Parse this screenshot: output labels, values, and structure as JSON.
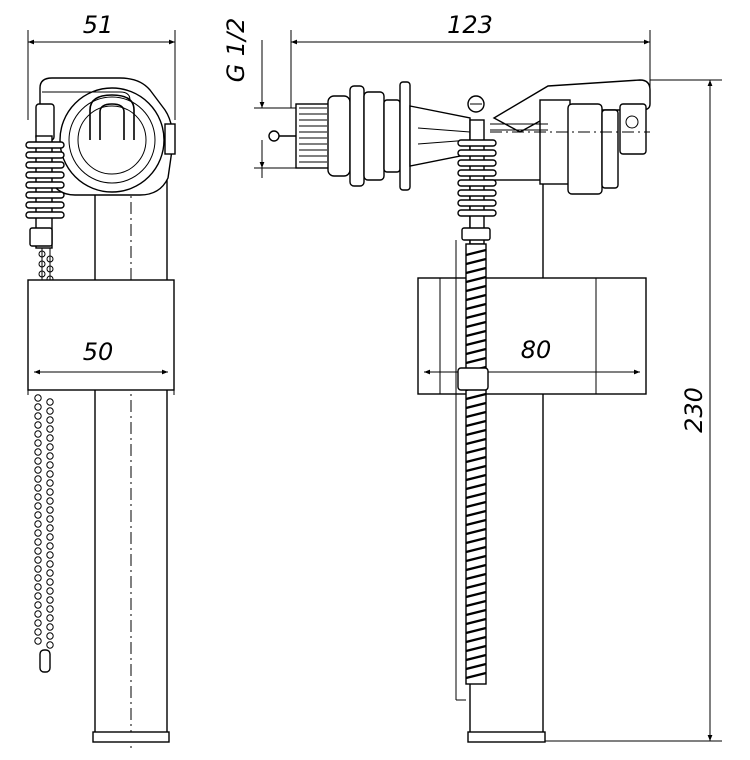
{
  "drawing": {
    "dimensions": {
      "side_width": "51",
      "side_float_width": "50",
      "front_length": "123",
      "front_float_width": "80",
      "thread": "G 1/2",
      "total_height": "230"
    }
  }
}
